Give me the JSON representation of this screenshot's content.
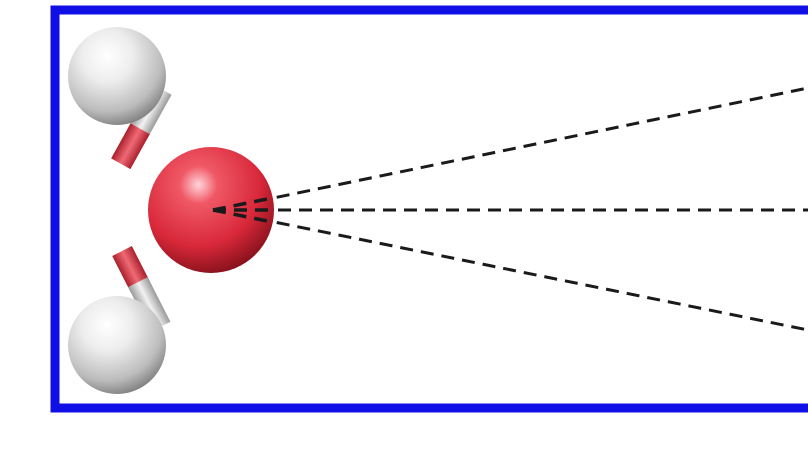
{
  "molecule": {
    "name": "",
    "atoms": [
      {
        "id": "H1",
        "element": "H",
        "color": "#d9d9d9"
      },
      {
        "id": "O",
        "element": "O",
        "color": "#e0303f"
      },
      {
        "id": "H2",
        "element": "H",
        "color": "#d9d9d9"
      }
    ],
    "bonds": [
      {
        "from": "O",
        "to": "H1"
      },
      {
        "from": "O",
        "to": "H2"
      }
    ]
  },
  "interaction_lines": {
    "count": 3,
    "style": "dashed",
    "color": "#1a1a1a"
  },
  "frame": {
    "border_color": "#1010e6"
  }
}
